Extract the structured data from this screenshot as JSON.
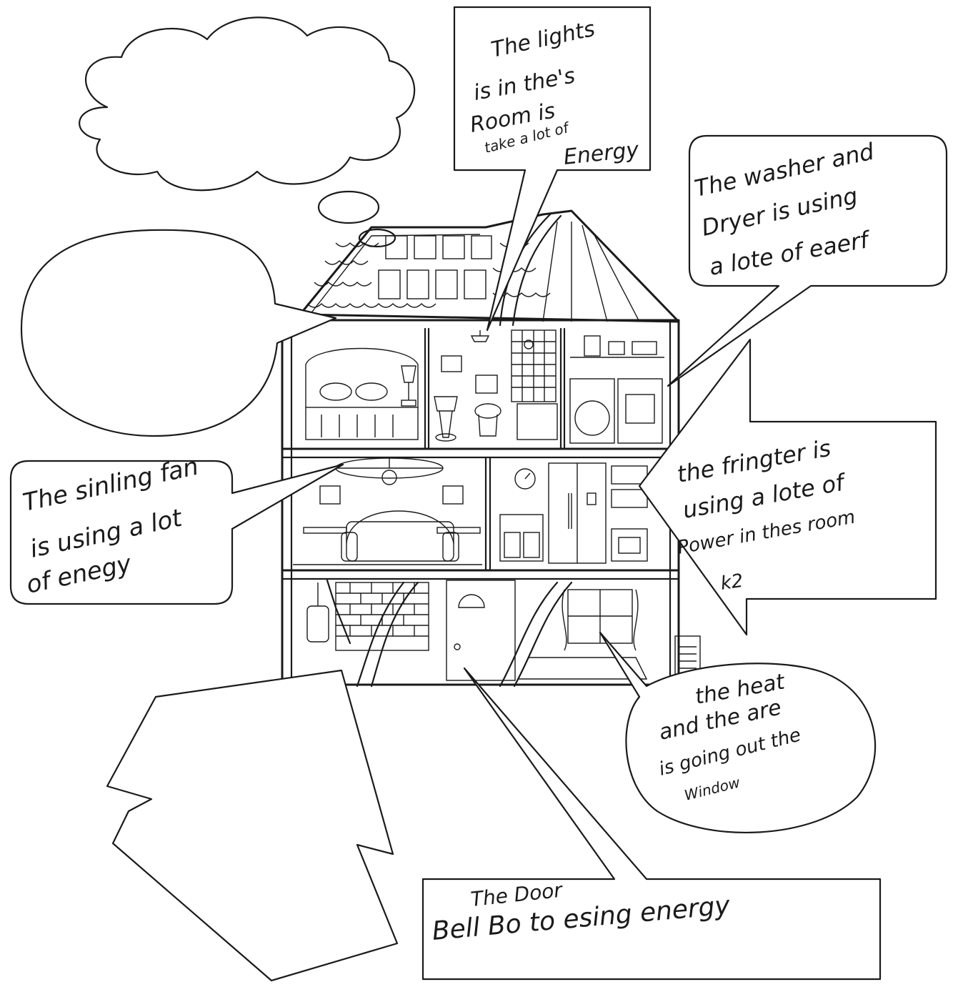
{
  "callouts": {
    "lights": {
      "lines": [
        "The lights",
        "is in the's",
        "Room is",
        "take a lot of",
        "Energy"
      ]
    },
    "washer": {
      "lines": [
        "The washer and",
        "Dryer is using",
        "a lote of eaerf"
      ]
    },
    "ceiling_fan": {
      "lines": [
        "The sinling fan",
        "is using a lot",
        "of enegy"
      ]
    },
    "fridge": {
      "lines": [
        "the fringter is",
        "using a lote of",
        "Power in thes room"
      ],
      "extra": "k2"
    },
    "heat_air": {
      "lines": [
        "the heat",
        "and the are",
        "is going out the",
        "Window"
      ]
    },
    "door_bell": {
      "lines": [
        "The Door",
        "Bell Bo to esing energy"
      ]
    },
    "empty_cloud": {
      "lines": []
    },
    "empty_oval": {
      "lines": []
    },
    "empty_arrow": {
      "lines": []
    }
  }
}
